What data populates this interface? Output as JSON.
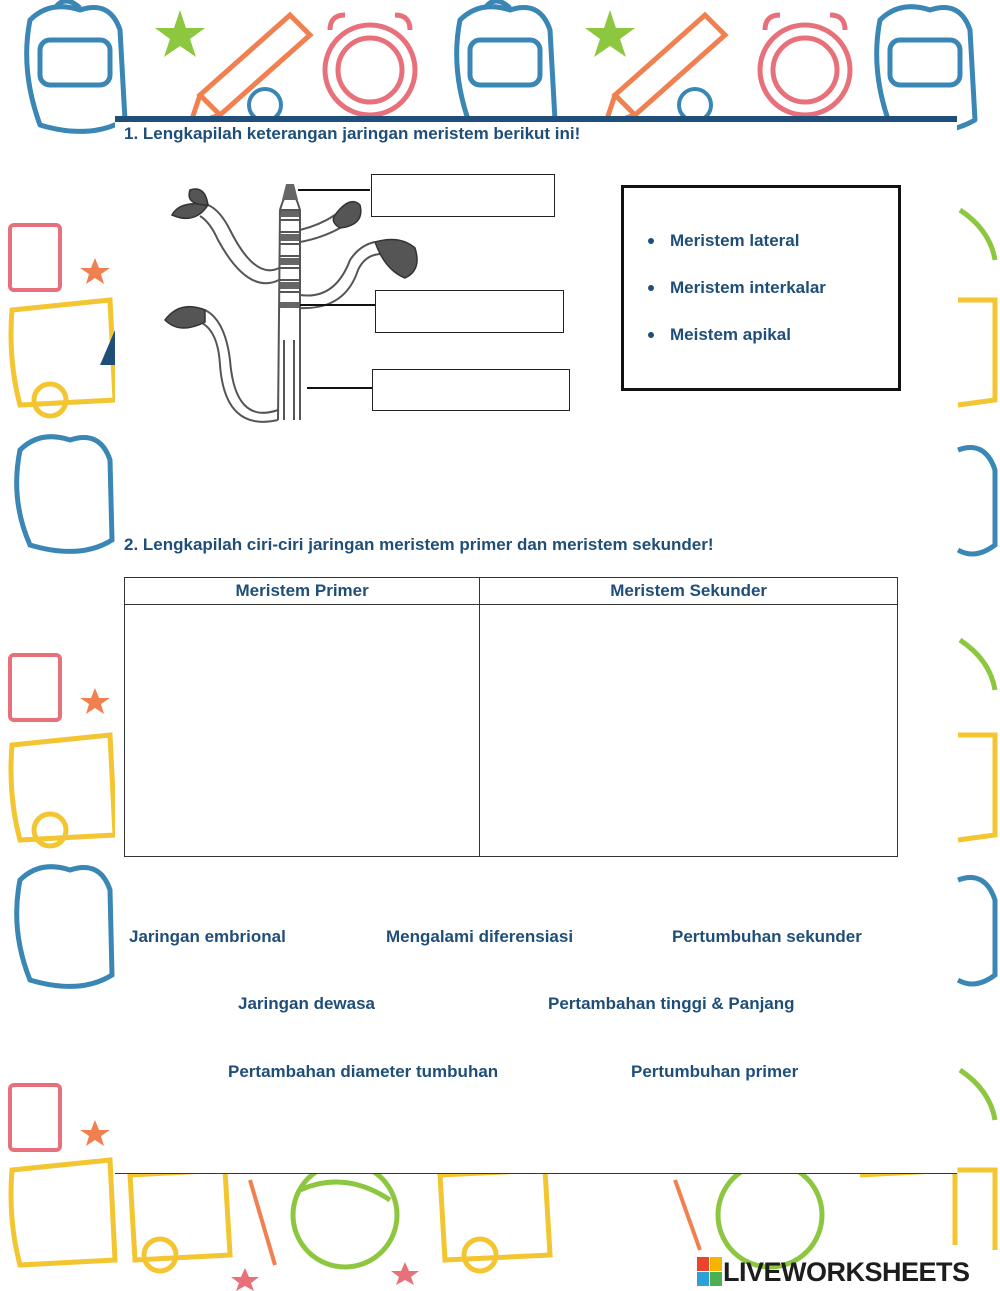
{
  "question1": {
    "title": "1.  Lengkapilah keterangan jaringan meristem berikut ini!",
    "options": [
      "Meristem lateral",
      "Meristem interkalar",
      "Meistem apikal"
    ]
  },
  "question2": {
    "title": "2. Lengkapilah ciri-ciri jaringan meristem primer dan meristem sekunder!",
    "table_headers": [
      "Meristem Primer",
      "Meristem Sekunder"
    ]
  },
  "word_bank": [
    "Jaringan embrional",
    "Mengalami diferensiasi",
    "Pertumbuhan sekunder",
    "Jaringan dewasa",
    "Pertambahan tinggi & Panjang",
    "Pertambahan diameter tumbuhan",
    "Pertumbuhan primer"
  ],
  "brand": {
    "name": "LIVEWORKSHEETS",
    "logo_letters": "LIVE"
  },
  "colors": {
    "heading": "#1f4e79",
    "border_blue": "#3a87b5",
    "pink": "#e8707a",
    "orange": "#f0a050",
    "yellow": "#f2c531",
    "green": "#8dc63f"
  }
}
